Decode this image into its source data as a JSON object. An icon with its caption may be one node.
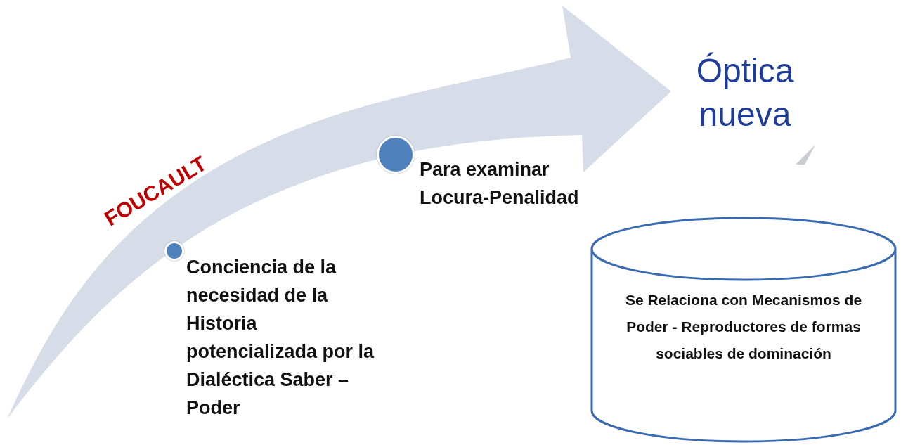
{
  "diagram": {
    "nodes": [
      {
        "text": [],
        "shape": "circle",
        "beside": [
          "Conciencia de la necesidad de la Historia potencializada por la Dialéctica Saber – Poder"
        ]
      },
      {
        "text": [],
        "shape": "circle",
        "beside": [
          "Para examinar Locura-Penalidad"
        ]
      },
      {
        "text": [
          "Se Relaciona con Mecanismos de Poder - Reproductores de formas sociables de dominación"
        ]
      }
    ],
    "labels": [
      "FOUCAULT",
      "Óptica nueva"
    ]
  }
}
